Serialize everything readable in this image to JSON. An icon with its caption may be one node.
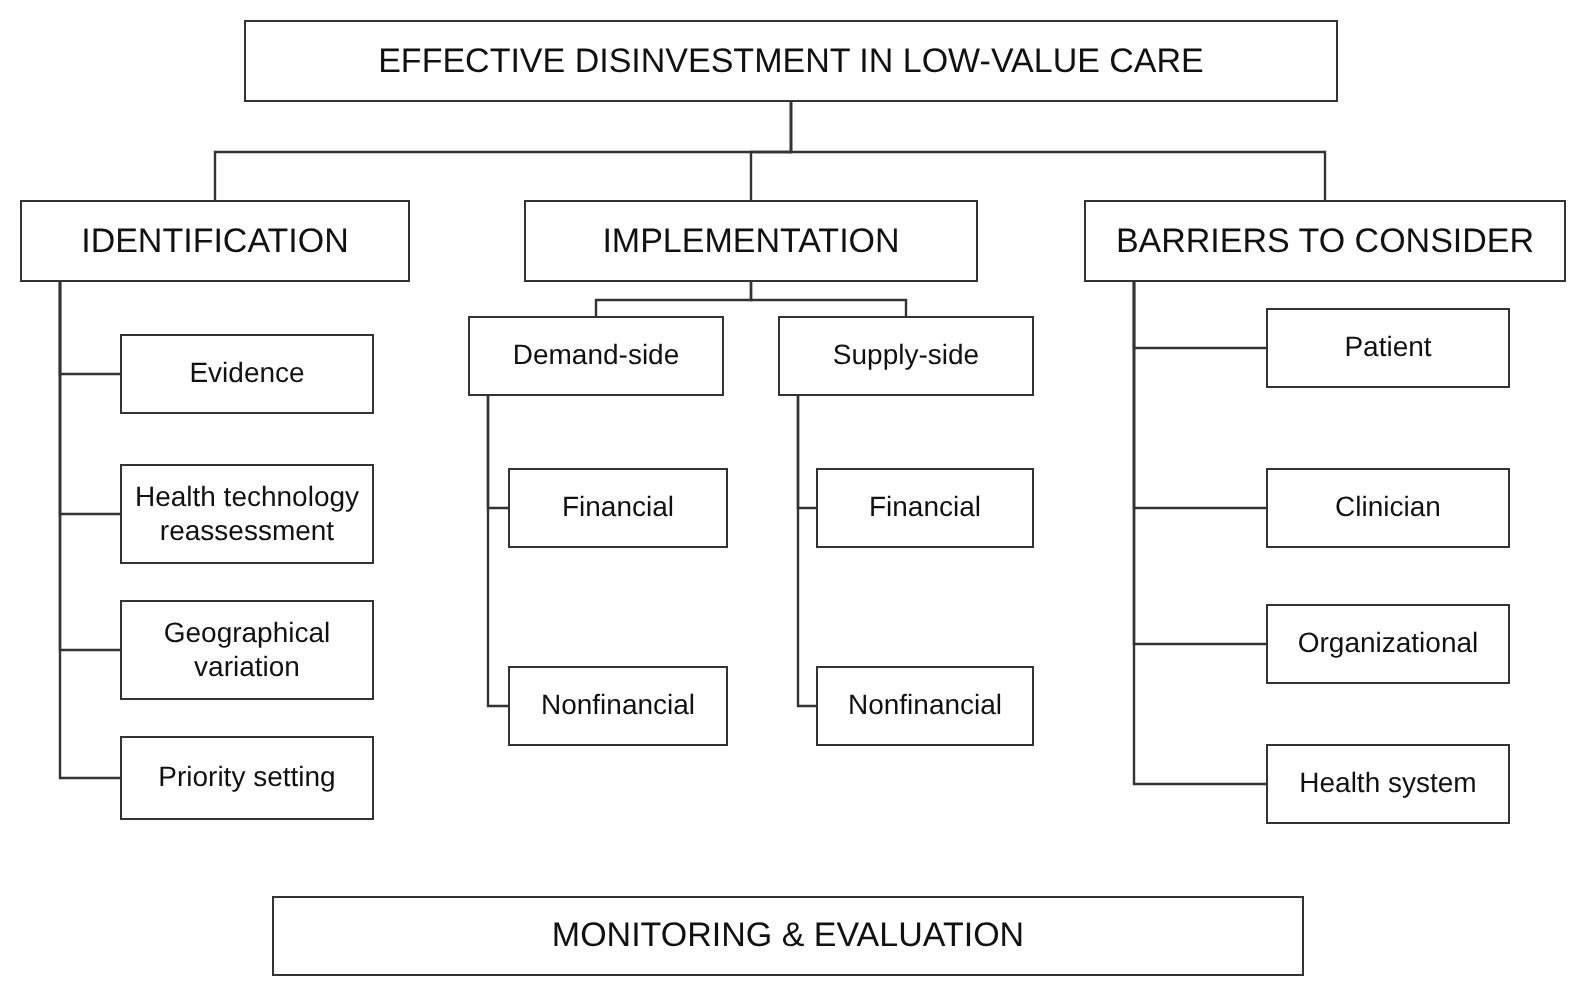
{
  "diagram": {
    "nodes": [
      {
        "text": [
          "EFFECTIVE DISINVESTMENT IN LOW-VALUE CARE"
        ]
      },
      {
        "text": [
          "IDENTIFICATION"
        ]
      },
      {
        "text": [
          "IMPLEMENTATION"
        ]
      },
      {
        "text": [
          "BARRIERS TO CONSIDER"
        ]
      },
      {
        "text": [
          "Evidence"
        ]
      },
      {
        "text": [
          "Health technology reassessment"
        ]
      },
      {
        "text": [
          "Geographical variation"
        ]
      },
      {
        "text": [
          "Priority setting"
        ]
      },
      {
        "text": [
          "Demand-side"
        ]
      },
      {
        "text": [
          "Supply-side"
        ]
      },
      {
        "text": [
          "Financial"
        ]
      },
      {
        "text": [
          "Nonfinancial"
        ]
      },
      {
        "text": [
          "Financial"
        ]
      },
      {
        "text": [
          "Nonfinancial"
        ]
      },
      {
        "text": [
          "Patient"
        ]
      },
      {
        "text": [
          "Clinician"
        ]
      },
      {
        "text": [
          "Organizational"
        ]
      },
      {
        "text": [
          "Health system"
        ]
      },
      {
        "text": [
          "MONITORING & EVALUATION"
        ]
      }
    ],
    "edges": [
      {
        "from": 0,
        "to": 1,
        "arrow": "none"
      },
      {
        "from": 0,
        "to": 2,
        "arrow": "none"
      },
      {
        "from": 0,
        "to": 3,
        "arrow": "none"
      },
      {
        "from": 1,
        "to": 4,
        "arrow": "none"
      },
      {
        "from": 1,
        "to": 5,
        "arrow": "none"
      },
      {
        "from": 1,
        "to": 6,
        "arrow": "none"
      },
      {
        "from": 1,
        "to": 7,
        "arrow": "none"
      },
      {
        "from": 2,
        "to": 8,
        "arrow": "none"
      },
      {
        "from": 2,
        "to": 9,
        "arrow": "none"
      },
      {
        "from": 8,
        "to": 10,
        "arrow": "none"
      },
      {
        "from": 8,
        "to": 11,
        "arrow": "none"
      },
      {
        "from": 9,
        "to": 12,
        "arrow": "none"
      },
      {
        "from": 9,
        "to": 13,
        "arrow": "none"
      },
      {
        "from": 3,
        "to": 14,
        "arrow": "none"
      },
      {
        "from": 3,
        "to": 15,
        "arrow": "none"
      },
      {
        "from": 3,
        "to": 16,
        "arrow": "none"
      },
      {
        "from": 3,
        "to": 17,
        "arrow": "none"
      }
    ]
  }
}
